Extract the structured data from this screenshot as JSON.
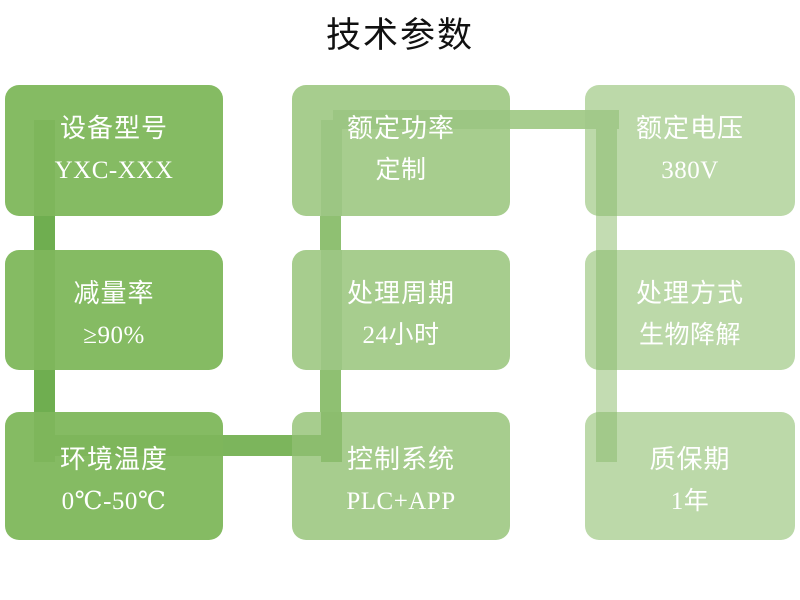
{
  "header": {
    "title": "技术参数"
  },
  "palette": {
    "card_dark": "#85bb63",
    "card_mid": "#a7cd8e",
    "card_light": "#bcd9a9",
    "bar_dark": "#6aab4b",
    "bar_mid": "#8fc072",
    "bar_light": "#a9ce92",
    "connector_dark": "#6fae50",
    "connector_mid": "#a7cd8e",
    "connector_light": "#c3dcb2",
    "text": "#ffffff",
    "title_text": "#111111",
    "background": "#ffffff"
  },
  "cards": [
    {
      "id": "device-model",
      "label": "设备型号",
      "value": "YXC-XXX",
      "tone": "dark"
    },
    {
      "id": "rated-power",
      "label": "额定功率",
      "value": "定制",
      "tone": "mid"
    },
    {
      "id": "rated-voltage",
      "label": "额定电压",
      "value": "380V",
      "tone": "light"
    },
    {
      "id": "reduction-rate",
      "label": "减量率",
      "value": "≥90%",
      "tone": "dark"
    },
    {
      "id": "treatment-cycle",
      "label": "处理周期",
      "value": "24小时",
      "tone": "mid"
    },
    {
      "id": "treatment-method",
      "label": "处理方式",
      "value": "生物降解",
      "tone": "light"
    },
    {
      "id": "ambient-temperature",
      "label": "环境温度",
      "value": "0℃-50℃",
      "tone": "dark"
    },
    {
      "id": "control-system",
      "label": "控制系统",
      "value": "PLC+APP",
      "tone": "mid"
    },
    {
      "id": "warranty-period",
      "label": "质保期",
      "value": "1年",
      "tone": "light"
    }
  ],
  "connectors": [
    {
      "id": "col1-row1-row2",
      "orientation": "vertical"
    },
    {
      "id": "col1-row2-row3",
      "orientation": "vertical"
    },
    {
      "id": "col2-row1-row2",
      "orientation": "vertical"
    },
    {
      "id": "col2-row2-row3",
      "orientation": "vertical"
    },
    {
      "id": "col3-row1-row2",
      "orientation": "vertical"
    },
    {
      "id": "col3-row2-row3",
      "orientation": "vertical"
    },
    {
      "id": "row1-col2-col3",
      "orientation": "horizontal"
    },
    {
      "id": "row3-col1-col2",
      "orientation": "horizontal"
    }
  ]
}
